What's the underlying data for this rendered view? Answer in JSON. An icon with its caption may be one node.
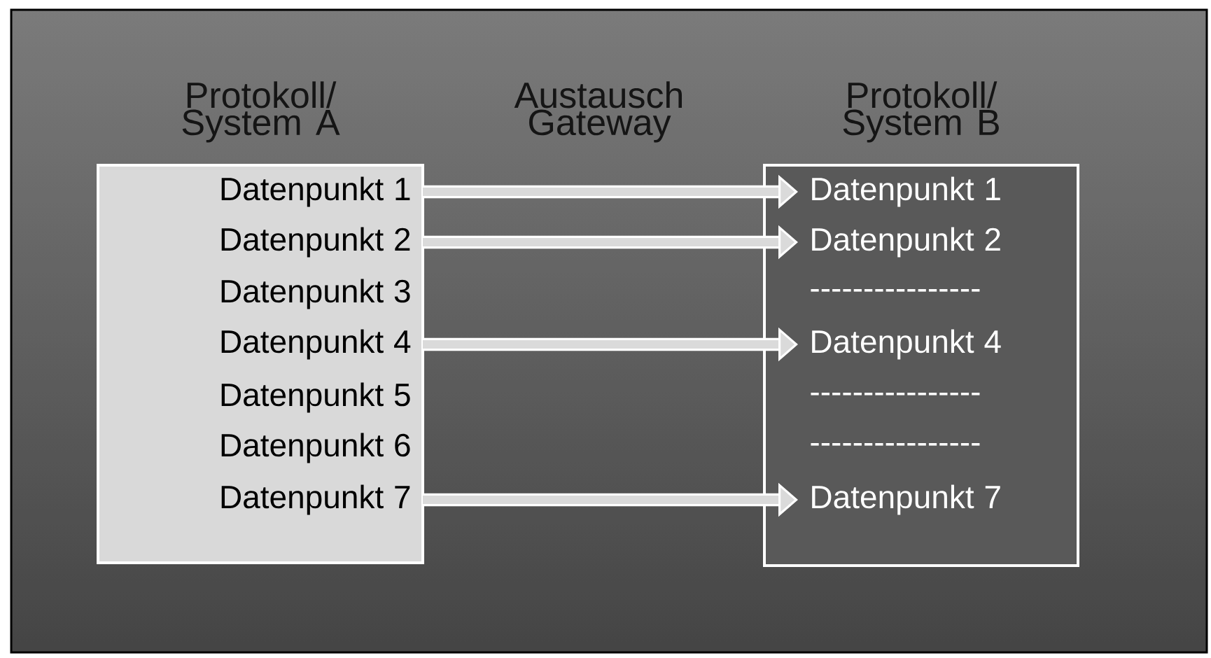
{
  "diagram": {
    "nodes": [
      {
        "text": [
          "Protokoll/ System A"
        ]
      },
      {
        "text": [
          "Datenpunkt 1"
        ],
        "in": 0
      },
      {
        "text": [
          "Datenpunkt 2"
        ],
        "in": 0
      },
      {
        "text": [
          "Datenpunkt 3"
        ],
        "in": 0
      },
      {
        "text": [
          "Datenpunkt 4"
        ],
        "in": 0
      },
      {
        "text": [
          "Datenpunkt 5"
        ],
        "in": 0
      },
      {
        "text": [
          "Datenpunkt 6"
        ],
        "in": 0
      },
      {
        "text": [
          "Datenpunkt 7"
        ],
        "in": 0
      },
      {
        "text": [
          "Protokoll/ System B"
        ]
      },
      {
        "text": [
          "Datenpunkt 1"
        ],
        "in": 8
      },
      {
        "text": [
          "Datenpunkt 2"
        ],
        "in": 8
      },
      {
        "text": [
          "----------------"
        ],
        "in": 8
      },
      {
        "text": [
          "Datenpunkt 4"
        ],
        "in": 8
      },
      {
        "text": [
          "----------------"
        ],
        "in": 8
      },
      {
        "text": [
          "----------------"
        ],
        "in": 8
      },
      {
        "text": [
          "Datenpunkt 7"
        ],
        "in": 8
      }
    ],
    "edges": [
      {
        "from": 1,
        "to": 9,
        "arrow": "to"
      },
      {
        "from": 2,
        "to": 10,
        "arrow": "to"
      },
      {
        "from": 4,
        "to": 12,
        "arrow": "to"
      },
      {
        "from": 7,
        "to": 15,
        "arrow": "to"
      }
    ],
    "labels": [
      "Austausch Gateway"
    ]
  }
}
